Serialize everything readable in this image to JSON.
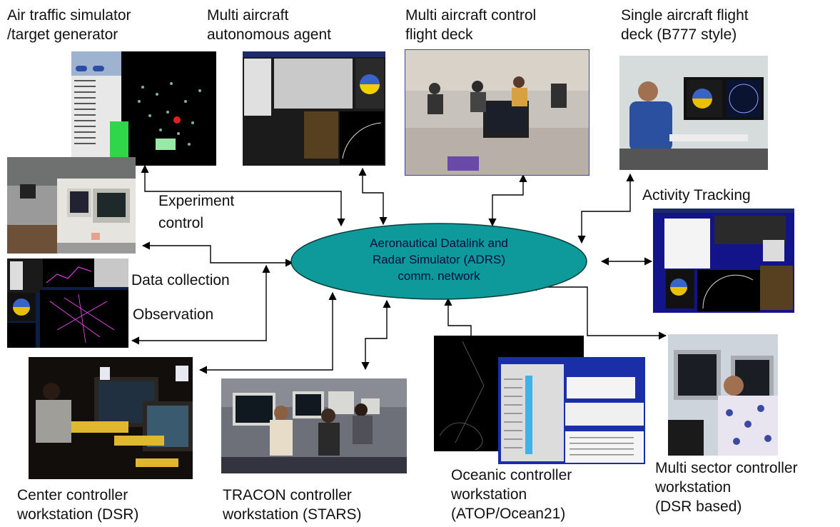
{
  "hub": {
    "line1": "Aeronautical Datalink and",
    "line2": "Radar Simulator (ADRS)",
    "line3": "comm. network",
    "fill": "#0e9a9a"
  },
  "labels": {
    "air_traffic": [
      "Air traffic simulator",
      "/target generator"
    ],
    "multi_agent": [
      "Multi aircraft",
      "autonomous agent"
    ],
    "multi_deck": [
      "Multi aircraft control",
      "flight deck"
    ],
    "single_deck": [
      "Single aircraft flight",
      "deck (B777 style)"
    ],
    "experiment": [
      "Experiment",
      "control"
    ],
    "data_collection": "Data collection",
    "observation": "Observation",
    "activity": "Activity Tracking",
    "center": [
      "Center controller",
      "workstation (DSR)"
    ],
    "tracon": [
      "TRACON controller",
      "workstation (STARS)"
    ],
    "oceanic": [
      "Oceanic controller",
      "workstation",
      "(ATOP/Ocean21)"
    ],
    "multi_sector": [
      "Multi sector controller",
      "workstation",
      "(DSR based)"
    ]
  }
}
